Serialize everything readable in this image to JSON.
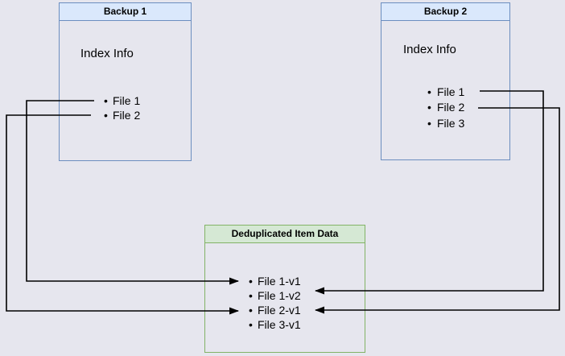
{
  "diagram": {
    "background_color": "#e6e6ee",
    "edge_color": "#000000",
    "bullet_glyph": "•",
    "nodes": {
      "backup1": {
        "title": "Backup 1",
        "header_fill": "#dae8fc",
        "border_color": "#6c8ebf",
        "label": "Index Info",
        "items": [
          "File 1",
          "File 2"
        ]
      },
      "backup2": {
        "title": "Backup 2",
        "header_fill": "#dae8fc",
        "border_color": "#6c8ebf",
        "label": "Index Info",
        "items": [
          "File 1",
          "File 2",
          "File 3"
        ]
      },
      "dedup": {
        "title": "Deduplicated Item Data",
        "header_fill": "#d5e8d4",
        "border_color": "#82b366",
        "items": [
          "File 1-v1",
          "File 1-v2",
          "File 2-v1",
          "File 3-v1"
        ]
      }
    },
    "connections": [
      {
        "from": "Backup 1 / File 1",
        "to": "File 1-v1"
      },
      {
        "from": "Backup 1 / File 2",
        "to": "File 2-v1"
      },
      {
        "from": "Backup 2 / File 1",
        "to": "File 1-v2"
      },
      {
        "from": "Backup 2 / File 2",
        "to": "File 2-v1"
      }
    ]
  }
}
